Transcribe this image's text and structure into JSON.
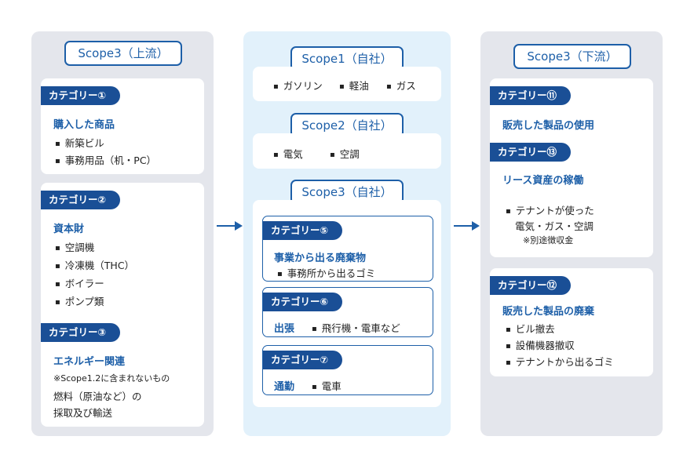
{
  "upstream": {
    "title": "Scope3（上流）",
    "cards": [
      {
        "tag": "カテゴリー①",
        "heading": "購入した商品",
        "items": [
          "新築ビル",
          "事務用品（机・PC）"
        ]
      },
      {
        "tag": "カテゴリー②",
        "heading": "資本財",
        "items": [
          "空調機",
          "冷凍機（THC）",
          "ボイラー",
          "ポンプ類"
        ]
      },
      {
        "tag": "カテゴリー③",
        "heading": "エネルギー関連",
        "note": "※Scope1.2に含まれないもの",
        "lines": [
          "燃料（原油など）の",
          "採取及び輸送"
        ]
      }
    ]
  },
  "company": {
    "scope1": {
      "title": "Scope1（自社）",
      "items": [
        "ガソリン",
        "軽油",
        "ガス"
      ]
    },
    "scope2": {
      "title": "Scope2（自社）",
      "items": [
        "電気",
        "空調"
      ]
    },
    "scope3": {
      "title": "Scope3（自社）",
      "cards": [
        {
          "tag": "カテゴリー⑤",
          "heading": "事業から出る廃棄物",
          "items": [
            "事務所から出るゴミ"
          ]
        },
        {
          "tag": "カテゴリー⑥",
          "heading": "出張",
          "items": [
            "飛行機・電車など"
          ]
        },
        {
          "tag": "カテゴリー⑦",
          "heading": "通勤",
          "items": [
            "電車"
          ]
        }
      ]
    }
  },
  "downstream": {
    "title": "Scope3（下流）",
    "cards": [
      {
        "tag": "カテゴリー⑪",
        "heading": "販売した製品の使用",
        "tag2": "カテゴリー⑬",
        "heading2": "リース資産の稼働",
        "item_line1": "テナントが使った",
        "item_line2": "電気・ガス・空調",
        "note": "※別途徴収金"
      },
      {
        "tag": "カテゴリー⑫",
        "heading": "販売した製品の廃棄",
        "items": [
          "ビル撤去",
          "設備機器撤収",
          "テナントから出るゴミ"
        ]
      }
    ]
  },
  "colors": {
    "accent": "#1d5fa8",
    "tag_bg": "#1a4f96",
    "panel_gray": "#e4e6ec",
    "panel_blue": "#e2f1fb"
  },
  "icons": {
    "flow_arrow": "right-arrow-icon"
  }
}
